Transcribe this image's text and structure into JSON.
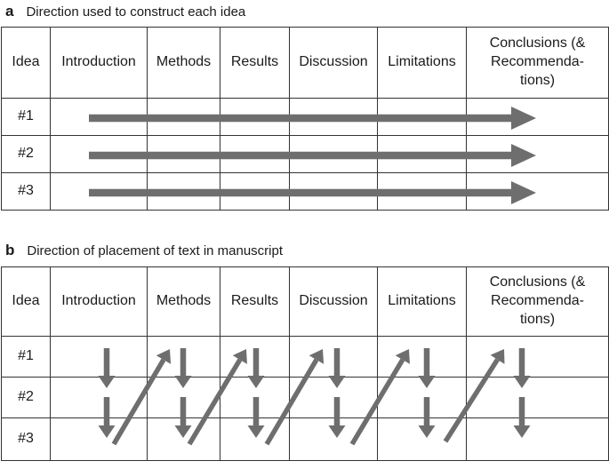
{
  "panels": [
    {
      "letter": "a",
      "title": "Direction used to construct each idea",
      "headers": [
        "Idea",
        "Introduction",
        "Methods",
        "Results",
        "Discussion",
        "Limitations",
        "Conclusions (&\nRecommenda-\ntions)"
      ],
      "row_labels": [
        "#1",
        "#2",
        "#3"
      ]
    },
    {
      "letter": "b",
      "title": "Direction of placement of text in manuscript",
      "headers": [
        "Idea",
        "Introduction",
        "Methods",
        "Results",
        "Discussion",
        "Limitations",
        "Conclusions (&\nRecommenda-\ntions)"
      ],
      "row_labels": [
        "#1",
        "#2",
        "#3"
      ]
    }
  ],
  "colors": {
    "arrow": "#6e6e6e",
    "border": "#333333",
    "text": "#1a1a1a",
    "background": "#ffffff"
  },
  "graphics": {
    "panel_a": {
      "description": "long left-to-right arrows, one per idea row, spanning Introduction through Conclusions",
      "stroke_width": 8.5,
      "head": "big",
      "arrows": [
        [
          99,
          103,
          602,
          103
        ],
        [
          99,
          145,
          602,
          145
        ],
        [
          99,
          187,
          602,
          187
        ]
      ]
    },
    "panel_b_down": {
      "description": "paired downward arrows in rows #1 and #2 of each section column",
      "stroke_width": 6.5,
      "head": "small",
      "arrows": [
        [
          119,
          92,
          119,
          137
        ],
        [
          119,
          147,
          119,
          193
        ],
        [
          205,
          92,
          205,
          137
        ],
        [
          205,
          147,
          205,
          193
        ],
        [
          287,
          92,
          287,
          137
        ],
        [
          287,
          147,
          287,
          193
        ],
        [
          378,
          92,
          378,
          137
        ],
        [
          378,
          147,
          378,
          193
        ],
        [
          479,
          92,
          479,
          137
        ],
        [
          479,
          147,
          479,
          193
        ],
        [
          586,
          92,
          586,
          137
        ],
        [
          586,
          147,
          586,
          193
        ]
      ]
    },
    "panel_b_diag": {
      "description": "diagonal arrows from row #3 up to row #1 of the next section column",
      "stroke_width": 5.5,
      "head": "small",
      "arrows": [
        [
          127,
          200,
          190,
          93
        ],
        [
          212,
          200,
          276,
          93
        ],
        [
          299,
          200,
          362,
          93
        ],
        [
          395,
          200,
          459,
          93
        ],
        [
          500,
          197,
          566,
          93
        ]
      ]
    }
  }
}
